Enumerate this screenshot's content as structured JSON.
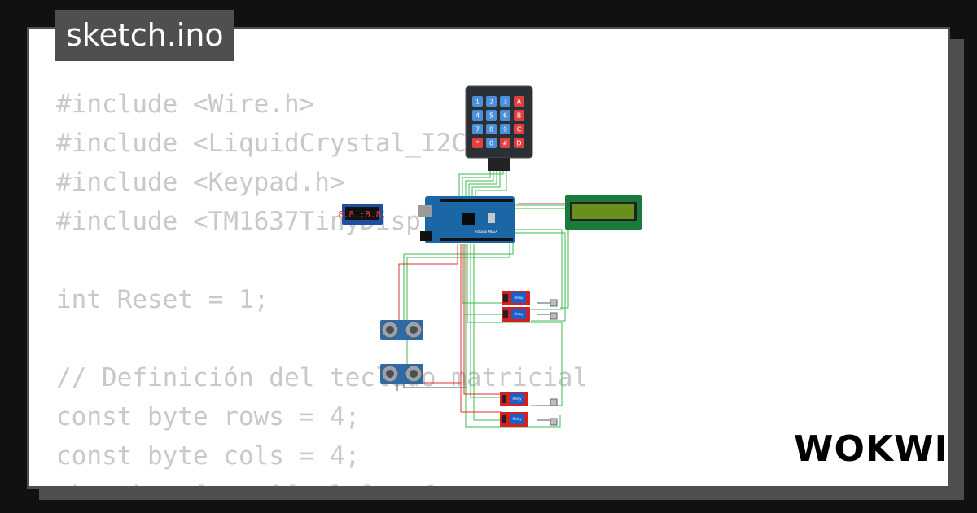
{
  "file_tab": {
    "title": "sketch.ino"
  },
  "code_lines": [
    "#include <Wire.h>",
    "#include <LiquidCrystal_I2C.h>",
    "#include <Keypad.h>",
    "#include <TM1637TinyDisplay.h>",
    "",
    "int Reset = 1;",
    "",
    "// Definición del teclado matricial",
    "const byte rows = 4;",
    "const byte cols = 4;",
    "char keys[rows][cols] = {"
  ],
  "brand": {
    "logo_text": "WOKWI"
  },
  "keypad": {
    "keys": [
      "1",
      "2",
      "3",
      "A",
      "4",
      "5",
      "6",
      "B",
      "7",
      "8",
      "9",
      "C",
      "*",
      "0",
      "#",
      "D"
    ],
    "digit_color": "#4a8fd8",
    "letter_color": "#e04040"
  },
  "seven_segment": {
    "digits": "8.8.:8.8."
  },
  "arduino": {
    "label": "Arduino MEGA"
  },
  "relays": [
    {
      "label": "Relay"
    },
    {
      "label": "Relay"
    },
    {
      "label": "Relay"
    },
    {
      "label": "Relay"
    }
  ],
  "colors": {
    "background": "#111111",
    "frame": "#4f4f4f",
    "code_text": "#c9c9c9",
    "wire_green": "#3dbb4f",
    "wire_red": "#e03030",
    "lcd_board": "#1a7a3c",
    "lcd_screen": "#6b8f1c"
  }
}
